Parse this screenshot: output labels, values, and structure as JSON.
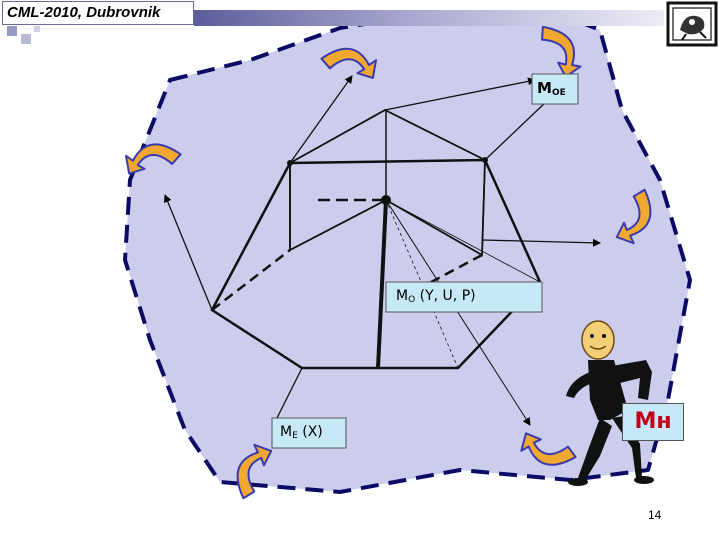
{
  "header": {
    "title": "CML-2010, Dubrovnik"
  },
  "labels": {
    "m_oe": {
      "main": "M",
      "sub": "OE"
    },
    "m_o": {
      "main": "M",
      "sub": "O",
      "rest": " (Y, U, P)"
    },
    "m_e": {
      "main": "M",
      "sub": "E",
      "rest": " (X)"
    },
    "m_h": "Mн"
  },
  "page_number": "14",
  "colors": {
    "region_fill": "#ccccec",
    "region_border": "#0b0b66",
    "arrow_fill": "#f0a830",
    "arrow_stroke": "#3a3ab0",
    "label_fill": "#c7e8f6",
    "mh_text": "#c0001a"
  },
  "icons": [
    "corner-logo-icon",
    "stick-figure-icon"
  ]
}
